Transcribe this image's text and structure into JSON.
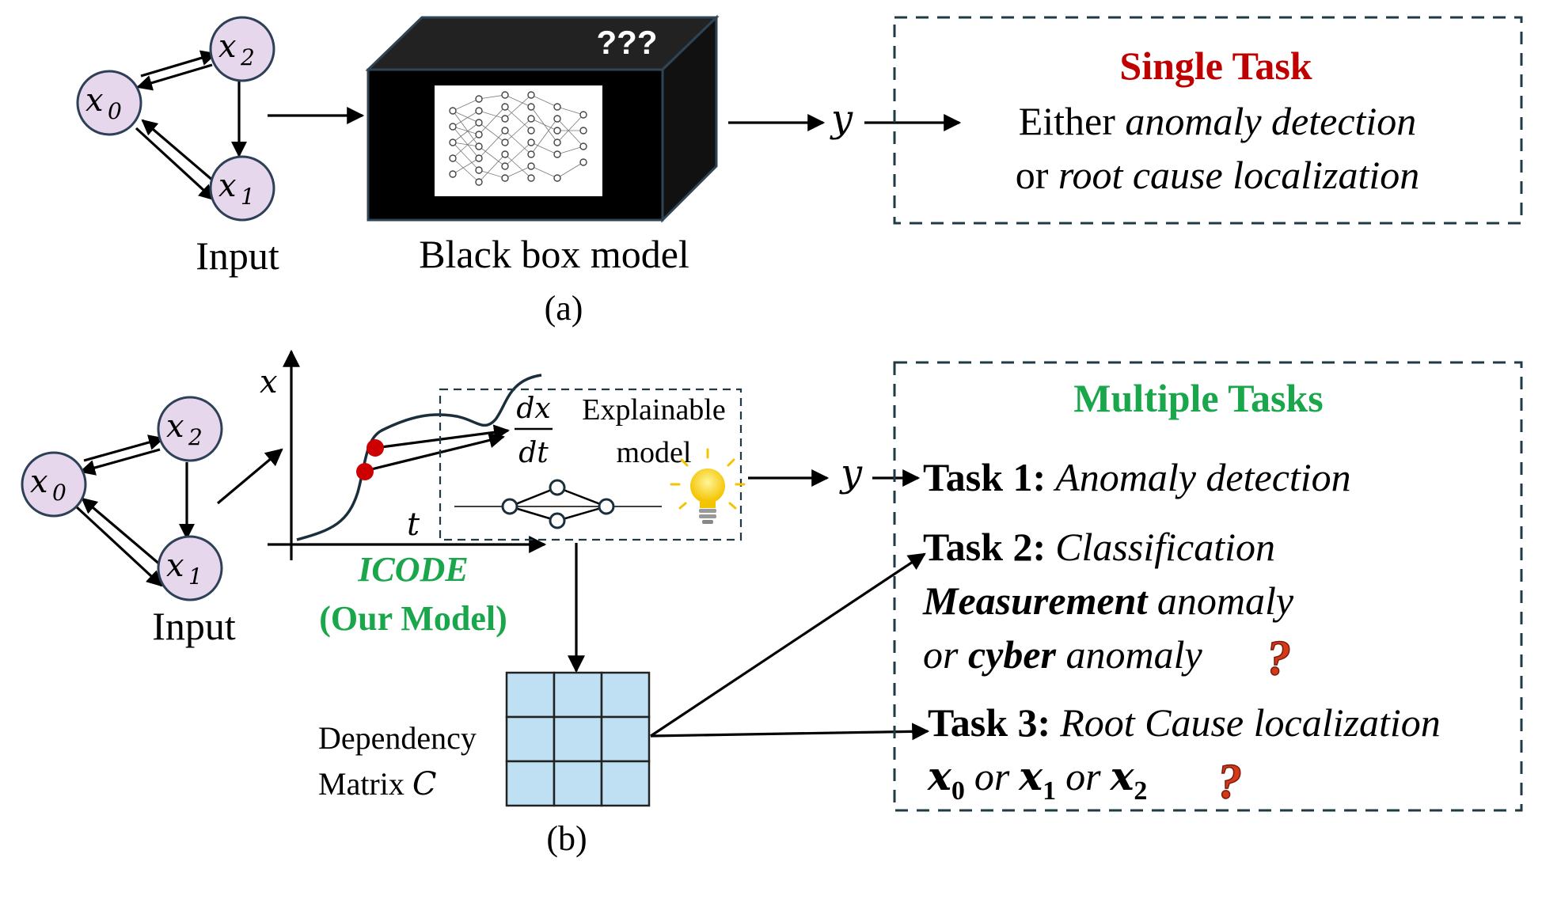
{
  "top": {
    "graph_nodes": [
      "x",
      "x",
      "x"
    ],
    "graph_node_subscripts": [
      "0",
      "1",
      "2"
    ],
    "input_label": "Input",
    "blackbox_badge": "???",
    "blackbox_label": "Black box model",
    "output_symbol": "y",
    "caption": "(a)",
    "task_box": {
      "title": "Single Task",
      "line1_prefix": "Either ",
      "line1_italic": "anomaly detection",
      "line2_prefix": "or ",
      "line2_italic": "root cause localization"
    }
  },
  "bottom": {
    "graph_nodes": [
      "x",
      "x",
      "x"
    ],
    "graph_node_subscripts": [
      "0",
      "1",
      "2"
    ],
    "input_label": "Input",
    "plot_y_label": "x",
    "plot_x_label": "t",
    "deriv_num": "dx",
    "deriv_den": "dt",
    "explainable_line1": "Explainable",
    "explainable_line2": "model",
    "model_name": "ICODE",
    "model_sub": "(Our Model)",
    "output_symbol": "y",
    "matrix_label_line1": "Dependency",
    "matrix_label_line2": "Matrix",
    "matrix_symbol": "C",
    "caption": "(b)",
    "task_box": {
      "title": "Multiple Tasks",
      "task1_label": "Task 1:",
      "task1_text": "Anomaly detection",
      "task2_label": "Task 2:",
      "task2_text": "Classification",
      "task2_line2_bold": "Measurement",
      "task2_line2_rest": " anomaly",
      "task2_line3_prefix": "or ",
      "task2_line3_bold": "cyber",
      "task2_line3_rest": " anomaly",
      "task3_label": "Task 3:",
      "task3_text": "Root Cause localization",
      "task3_var": "x",
      "task3_sub": [
        "0",
        "1",
        "2"
      ],
      "task3_or": "or",
      "question_mark": "?"
    }
  },
  "colors": {
    "single_task_title": "#c00000",
    "multiple_tasks_title": "#1aa64b",
    "node_fill": "#e6d7ec",
    "matrix_cell": "#bfe0f2",
    "point_red": "#cc0000",
    "question_red": "#d43a1a"
  },
  "icons": [
    "neural-network-icon",
    "lightbulb-icon",
    "question-mark-icon"
  ]
}
